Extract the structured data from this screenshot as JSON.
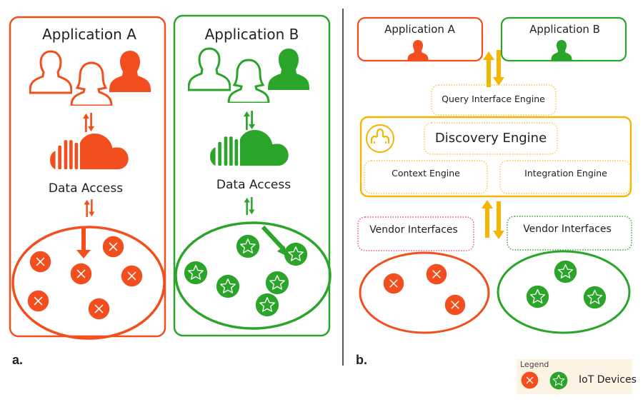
{
  "colors": {
    "app_a": "#f24e1e",
    "app_b": "#2aa52a",
    "engine": "#f4b400",
    "vendor_a_border": "#d9576a",
    "vendor_b_border": "#3a9a3a",
    "legend_bg": "#fdf3e3",
    "divider": "#222222"
  },
  "panel_a": {
    "label": "a.",
    "apps": [
      {
        "title": "Application A",
        "data_access_label": "Data Access",
        "users_icon": "users-group-icon",
        "cloud_icon": "cloud-icon",
        "device_icon": "x-device-icon",
        "device_count": 6
      },
      {
        "title": "Application B",
        "data_access_label": "Data Access",
        "users_icon": "users-group-icon",
        "cloud_icon": "cloud-icon",
        "device_icon": "star-device-icon",
        "device_count": 6
      }
    ]
  },
  "panel_b": {
    "label": "b.",
    "app_a_title": "Application A",
    "app_b_title": "Application B",
    "query_interface": "Query Interface Engine",
    "discovery_engine": "Discovery Engine",
    "discovery_logo": "discovery-logo-icon",
    "context_engine": "Context Engine",
    "integration_engine": "Integration Engine",
    "vendor_a": "Vendor Interfaces",
    "vendor_b": "Vendor Interfaces",
    "devices_a_count": 3,
    "devices_b_count": 3
  },
  "legend": {
    "title": "Legend",
    "label": "IoT Devices",
    "icons": [
      "x-device-icon",
      "star-device-icon"
    ]
  }
}
